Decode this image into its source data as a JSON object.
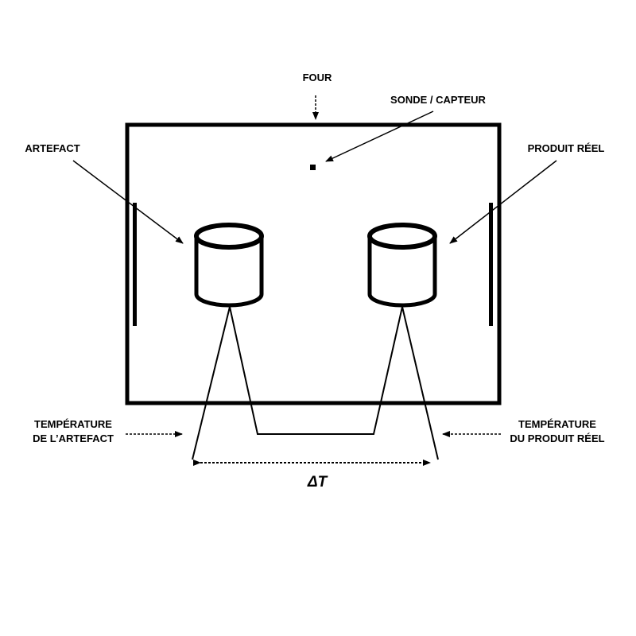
{
  "labels": {
    "oven": "FOUR",
    "sensor": "SONDE / CAPTEUR",
    "artifact": "ARTEFACT",
    "real_product": "PRODUIT RÉEL",
    "artifact_temp_line1": "TEMPÉRATURE",
    "artifact_temp_line2": "DE L’ARTEFACT",
    "product_temp_line1": "TEMPÉRATURE",
    "product_temp_line2": "DU PRODUIT RÉEL",
    "delta": "ΔT"
  },
  "colors": {
    "ink": "#000000",
    "background": "#ffffff"
  }
}
